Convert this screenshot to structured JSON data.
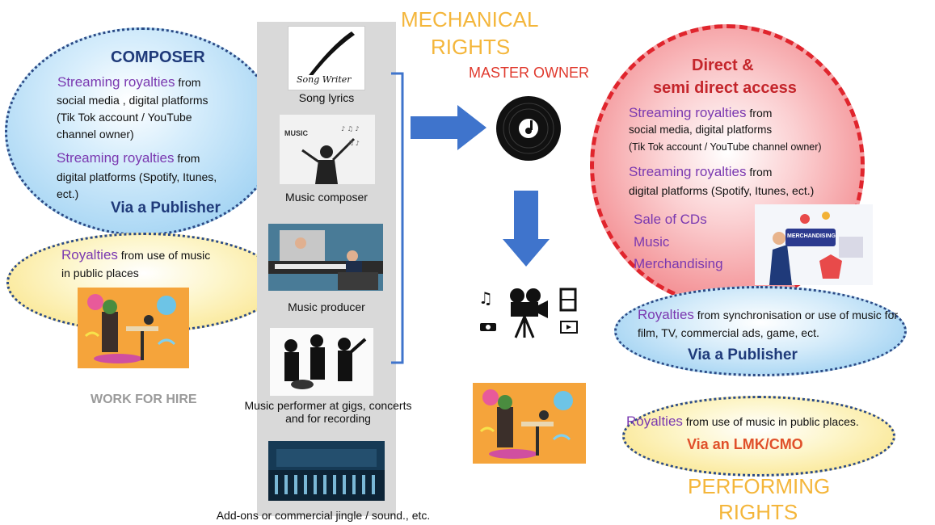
{
  "mechanical_rights": [
    "MECHANICAL",
    "RIGHTS"
  ],
  "master_owner": "MASTER OWNER",
  "performing_rights": [
    "PERFORMING",
    "RIGHTS"
  ],
  "composer": {
    "title": "COMPOSER",
    "line1_highlight": "Streaming royalties",
    "line1_rest": " from",
    "line1_body": [
      "social media , digital platforms",
      "(Tik Tok account / YouTube",
      "channel owner)"
    ],
    "line2_highlight": "Streaming royalties",
    "line2_rest": " from",
    "line2_body": [
      "digital platforms (Spotify, Itunes,",
      "ect.)"
    ],
    "via": "Via a Publisher"
  },
  "public_places_left": {
    "highlight": "Royalties",
    "rest": " from use of music",
    "line2": "in public places"
  },
  "work_for_hire": "WORK FOR HIRE",
  "center_column": {
    "songwriter_logo": "Song Writer",
    "cards": [
      {
        "caption": "Song lyrics"
      },
      {
        "caption": "Music composer"
      },
      {
        "caption": "Music producer"
      },
      {
        "caption": "Music performer at gigs, concerts\nand for recording"
      },
      {
        "caption": "Add-ons or commercial jingle / sound., etc."
      }
    ],
    "music_image_label": "MUSIC"
  },
  "direct_access": {
    "title": [
      "Direct &",
      "semi direct access"
    ],
    "line1_highlight": "Streaming royalties",
    "line1_rest": " from",
    "line1_body": [
      "social media, digital platforms",
      "(Tik Tok account / YouTube channel owner)"
    ],
    "line2_highlight": "Streaming royalties",
    "line2_rest": " from",
    "line2_body": [
      "digital platforms (Spotify, Itunes, ect.)"
    ],
    "sales": [
      "Sale of CDs",
      "Music",
      "Merchandising"
    ],
    "merch_sign": "MERCHANDISING"
  },
  "sync": {
    "highlight": "Royalties",
    "rest": " from synchronisation or use of music for",
    "line2": "film, TV, commercial ads, game, ect.",
    "via": "Via a Publisher"
  },
  "public_places_right": {
    "highlight": "Royalties",
    "rest": " from use of music in public places.",
    "via": "Via an LMK/CMO"
  },
  "colors": {
    "blue_ellipse": "#8cc8ef",
    "yellow_ellipse": "#fdf2b5",
    "red_circle": "#ef6b70",
    "arrow": "#3f74cc",
    "orange_text": "#f4b63b",
    "purple_text": "#7a38b0",
    "navy_text": "#1f3a7a",
    "red_text": "#e03a2e"
  }
}
